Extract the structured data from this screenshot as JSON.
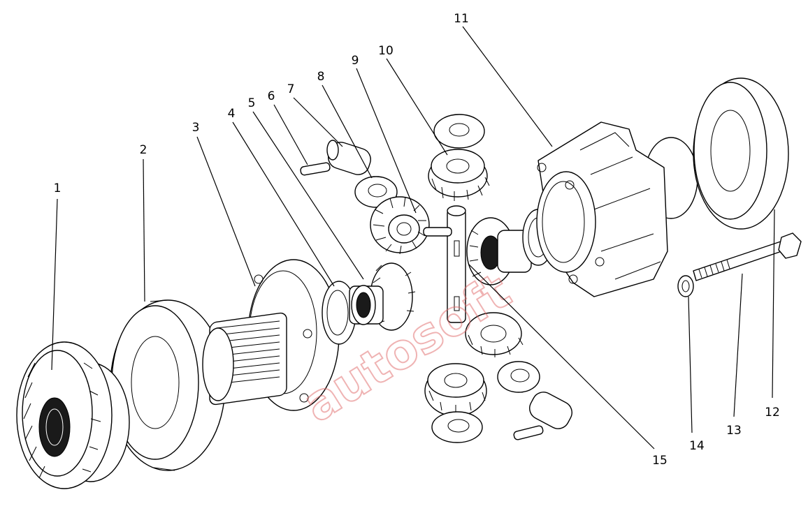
{
  "callouts": [
    {
      "id": "1",
      "label": "1"
    },
    {
      "id": "2",
      "label": "2"
    },
    {
      "id": "3",
      "label": "3"
    },
    {
      "id": "4",
      "label": "4"
    },
    {
      "id": "5",
      "label": "5"
    },
    {
      "id": "6",
      "label": "6"
    },
    {
      "id": "7",
      "label": "7"
    },
    {
      "id": "8",
      "label": "8"
    },
    {
      "id": "9",
      "label": "9"
    },
    {
      "id": "10",
      "label": "10"
    },
    {
      "id": "11",
      "label": "11"
    },
    {
      "id": "12",
      "label": "12"
    },
    {
      "id": "13",
      "label": "13"
    },
    {
      "id": "14",
      "label": "14"
    },
    {
      "id": "15",
      "label": "15"
    }
  ],
  "watermark": {
    "text": "autosoft",
    "color": "#e06a6a"
  },
  "colors": {
    "line": "#000000",
    "background": "#ffffff"
  }
}
